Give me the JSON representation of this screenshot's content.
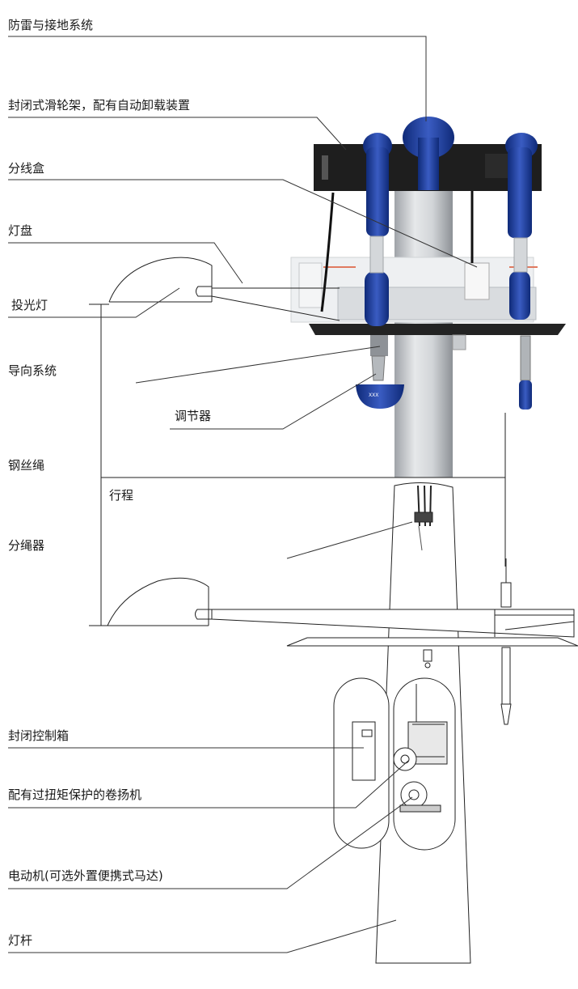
{
  "labels": {
    "lightning": "防雷与接地系统",
    "pulley": "封闭式滑轮架，配有自动卸载装置",
    "junction": "分线盒",
    "lamp_panel": "灯盘",
    "floodlight": "投光灯",
    "guide": "导向系统",
    "regulator": "调节器",
    "wire_rope": "钢丝绳",
    "travel": "行程",
    "splitter": "分绳器",
    "control_box": "封闭控制箱",
    "winch": "配有过扭矩保护的卷扬机",
    "motor": "电动机(可选外置便携式马达)",
    "pole": "灯杆"
  },
  "colors": {
    "blue": "#1f3f9a",
    "dark": "#222222",
    "line": "#333333",
    "metal": "#c9cccf"
  }
}
